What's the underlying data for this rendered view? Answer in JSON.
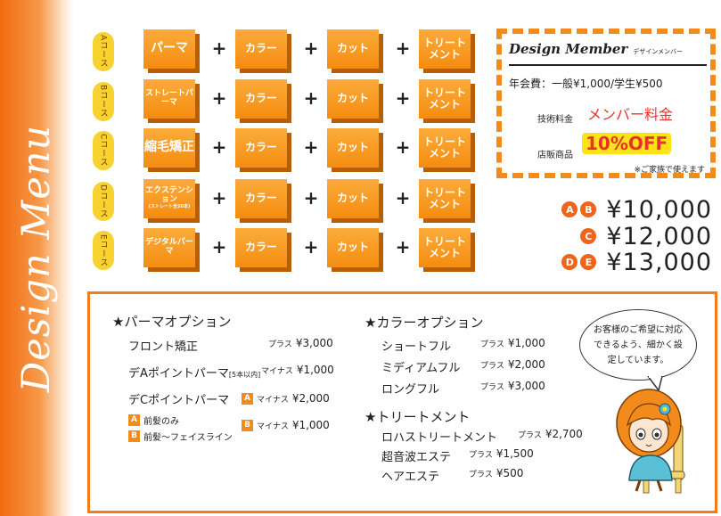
{
  "side": {
    "title": "Design Menu"
  },
  "courses": [
    {
      "tag": "Aコース",
      "items": [
        "パーマ",
        "カラー",
        "カット",
        "トリートメント"
      ]
    },
    {
      "tag": "Bコース",
      "items": [
        "ストレートパーマ",
        "カラー",
        "カット",
        "トリートメント"
      ]
    },
    {
      "tag": "Cコース",
      "items": [
        "縮毛矯正",
        "カラー",
        "カット",
        "トリートメント"
      ]
    },
    {
      "tag": "Dコース",
      "items": [
        "エクステンション",
        "カラー",
        "カット",
        "トリートメント"
      ],
      "note": "(ストレート全20本)"
    },
    {
      "tag": "Eコース",
      "items": [
        "デジタルパーマ",
        "カラー",
        "カット",
        "トリートメント"
      ]
    }
  ],
  "plus_sign": "+",
  "member": {
    "title": "Design Member",
    "title_kana": "デザインメンバー",
    "fee": "年会費：一般¥1,000/学生¥500",
    "tech_label": "技術料金",
    "tech_value": "メンバー料金",
    "sale_label": "店販商品",
    "sale_value": "10%OFF",
    "note": "※ご家族で使えます"
  },
  "prices": [
    {
      "badges": [
        "A",
        "B"
      ],
      "price": "¥10,000"
    },
    {
      "badges": [
        "C"
      ],
      "price": "¥12,000"
    },
    {
      "badges": [
        "D",
        "E"
      ],
      "price": "¥13,000"
    }
  ],
  "perm_options": {
    "heading": "★パーマオプション",
    "front": {
      "label": "フロント矯正",
      "prefix": "プラス",
      "price": "¥3,000"
    },
    "dea": {
      "label": "デAポイントパーマ",
      "sub": "[5本以内]",
      "prefix": "マイナス",
      "price": "¥1,000"
    },
    "dec": {
      "label": "デCポイントパーマ",
      "sub_a": "前髪のみ",
      "sub_b": "前髪～フェイスライン",
      "price_a": {
        "prefix": "マイナス",
        "price": "¥2,000"
      },
      "price_b": {
        "prefix": "マイナス",
        "price": "¥1,000"
      }
    }
  },
  "color_options": {
    "heading": "★カラーオプション",
    "items": [
      {
        "label": "ショートフル",
        "prefix": "プラス",
        "price": "¥1,000"
      },
      {
        "label": "ミディアムフル",
        "prefix": "プラス",
        "price": "¥2,000"
      },
      {
        "label": "ロングフル",
        "prefix": "プラス",
        "price": "¥3,000"
      }
    ]
  },
  "treatment_options": {
    "heading": "★トリートメント",
    "items": [
      {
        "label": "ロハストリートメント",
        "prefix": "プラス",
        "price": "¥2,700"
      },
      {
        "label": "超音波エステ",
        "prefix": "プラス",
        "price": "¥1,500"
      },
      {
        "label": "ヘアエステ",
        "prefix": "プラス",
        "price": "¥500"
      }
    ]
  },
  "bubble": {
    "text": "お客様のご希望に対応できるよう、細かく設定しています。"
  },
  "colors": {
    "accent": "#f28a1c",
    "band": "#f26a10",
    "tag": "#f8d231",
    "red": "#e8332a",
    "highlight": "#ffe21a"
  }
}
